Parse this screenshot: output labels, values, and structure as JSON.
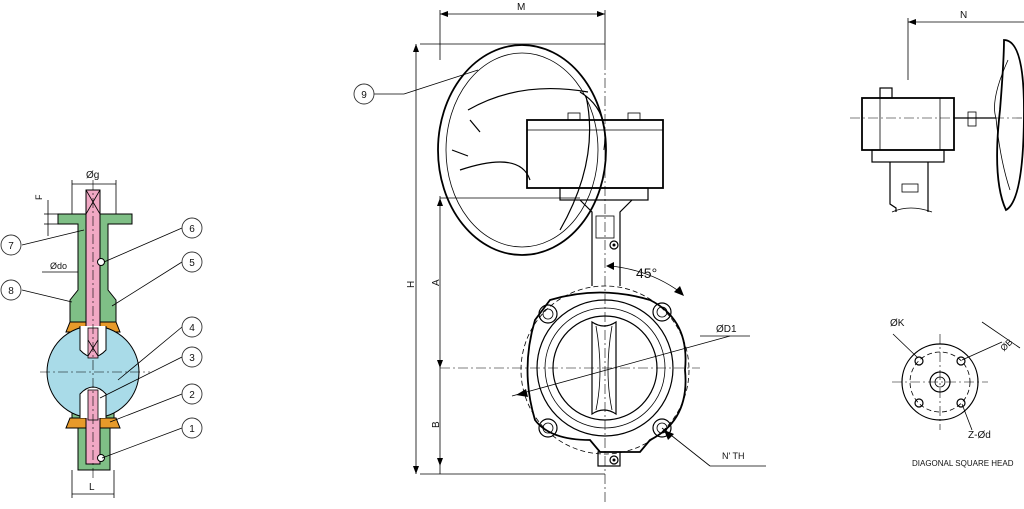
{
  "dimensions": {
    "M": "M",
    "N": "N",
    "H": "H",
    "A": "A",
    "B": "B",
    "og": "Øg",
    "odo": "Ødo",
    "F": "F",
    "L": "L",
    "D1": "ØD1",
    "angle": "45°",
    "nth": "N' TH",
    "ok": "ØK",
    "ob": "ØB",
    "zod": "Z-Ød"
  },
  "callouts": [
    "1",
    "2",
    "3",
    "4",
    "5",
    "6",
    "7",
    "8",
    "9"
  ],
  "captions": {
    "flange_head": "DIAGONAL SQUARE HEAD"
  },
  "colors": {
    "body": "#7fbf86",
    "disc": "#a9dbe8",
    "stem": "#f1a8c4",
    "seat": "#e79a2a",
    "line": "#000000"
  }
}
